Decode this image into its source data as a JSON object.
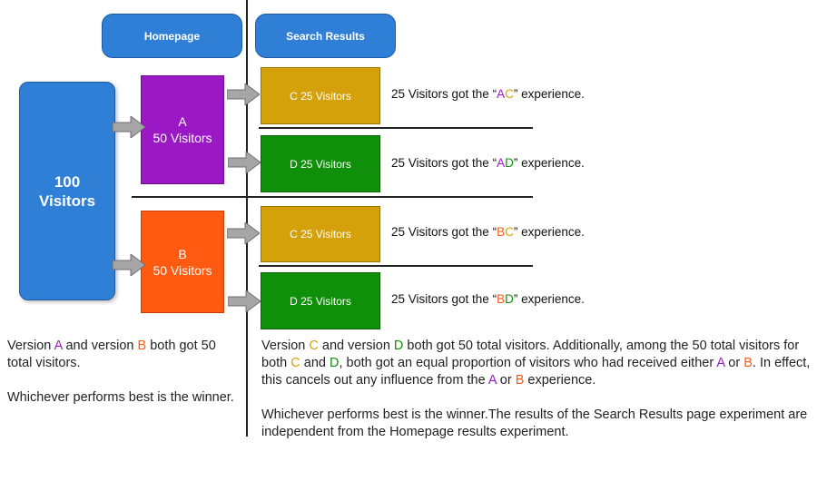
{
  "headers": {
    "homepage": "Homepage",
    "search_results": "Search Results"
  },
  "start_box": {
    "line1": "100",
    "line2": "Visitors"
  },
  "homepage_versions": {
    "a": {
      "letter": "A",
      "count": "50 Visitors"
    },
    "b": {
      "letter": "B",
      "count": "50 Visitors"
    }
  },
  "search_boxes": {
    "c_top": "C 25 Visitors",
    "d_top": "D 25 Visitors",
    "c_bottom": "C 25 Visitors",
    "d_bottom": "D 25 Visitors"
  },
  "experiences": {
    "prefix": "25 Visitors got the “",
    "suffix": "” experience.",
    "rows": [
      {
        "first": "A",
        "second": "C"
      },
      {
        "first": "A",
        "second": "D"
      },
      {
        "first": "B",
        "second": "C"
      },
      {
        "first": "B",
        "second": "D"
      }
    ]
  },
  "left_text": {
    "p1": {
      "t1": "Version ",
      "v1": "A",
      "t2": " and version ",
      "v2": "B",
      "t3": " both got 50 total visitors."
    },
    "p2": "Whichever performs best is the winner."
  },
  "right_text": {
    "p1": {
      "t1": "Version ",
      "v1": "C",
      "t2": " and version ",
      "v2": "D",
      "t3": " both got 50 total visitors.  Additionally, among the 50 total visitors for both ",
      "v3": "C",
      "t4": " and ",
      "v4": "D",
      "t5": ", both got an equal proportion of visitors who had received either ",
      "v5": "A",
      "t6": " or ",
      "v6": "B",
      "t7": ". In effect, this cancels out any influence from the ",
      "v7": "A",
      "t8": " or ",
      "v8": "B",
      "t9": " experience."
    },
    "p2": "Whichever performs best is the winner.The results of the Search Results page experiment are independent from the Homepage results experiment."
  },
  "colors": {
    "blue": "#2f7fd6",
    "purple_a": "#9b19c4",
    "orange_b": "#ff5a0f",
    "gold_c": "#d4a10a",
    "green_d": "#10900a",
    "arrow_gray": "#a6a6a6"
  }
}
